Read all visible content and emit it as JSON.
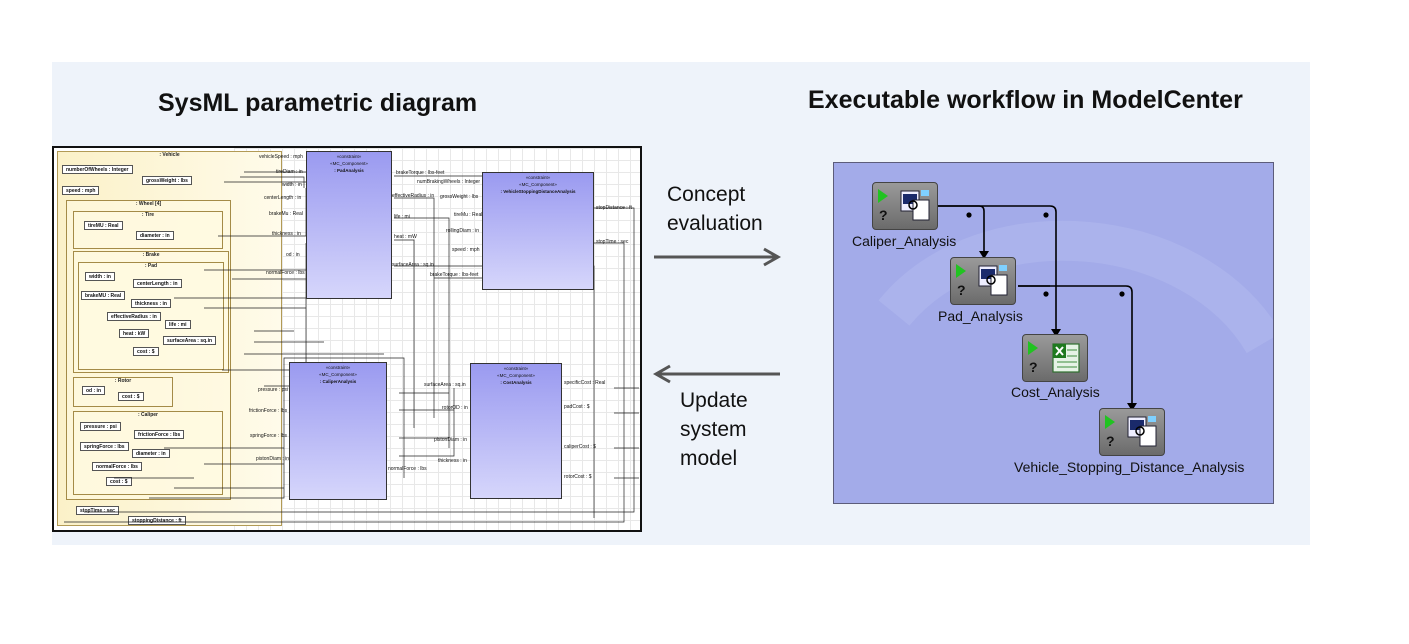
{
  "headings": {
    "left": "SysML parametric diagram",
    "right": "Executable workflow in ModelCenter"
  },
  "arrows": {
    "forward_lines": [
      "Concept",
      "evaluation"
    ],
    "back_lines": [
      "Update",
      "system",
      "model"
    ]
  },
  "parametric": {
    "vehicle_title": ": Vehicle",
    "vehicle_props": [
      "numberOfWheels : Integer",
      "grossWeight : lbs",
      "speed : mph"
    ],
    "wheel_title": ": Wheel [4]",
    "tire_title": ": Tire",
    "tire_props": [
      "tireMU : Real",
      "diameter : in"
    ],
    "brake_title": ": Brake",
    "pad_title": ": Pad",
    "pad_props": [
      "width : in",
      "centerLength : in",
      "brakeMU : Real",
      "thickness : in",
      "effectiveRadius : in",
      "life : mi",
      "heat : kW",
      "surfaceArea : sq.in",
      "cost : $"
    ],
    "rotor_title": ": Rotor",
    "rotor_props": [
      "od : in",
      "cost : $"
    ],
    "caliper_title": ": Caliper",
    "caliper_props": [
      "pressure : psi",
      "frictionForce : lbs",
      "springForce : lbs",
      "diameter : in",
      "normalForce : lbs",
      "cost : $"
    ],
    "bottom_props": [
      "stopTime : sec",
      "stoppingDistance : ft"
    ],
    "stereotype": "«constraint»",
    "stereotype2": "«MC_Component»",
    "pad_analysis": {
      "name": ": PadAnalysis",
      "inputs": [
        "vehicleSpeed : mph",
        "tireDiam : in",
        "width : in",
        "centerLength : in",
        "brakeMu : Real",
        "thickness : in",
        "od : in",
        "normalForce : lbs"
      ],
      "outputs": [
        "brakeTorque : lbs-feet",
        "effectiveRadius : in",
        "life : mi",
        "heat : mW",
        "surfaceArea : sq.in"
      ]
    },
    "vsd_analysis": {
      "name": ": VehicleStoppingDistanceAnalysis",
      "inputs": [
        "numBrakingWheels : Integer",
        "grossWeight : lbs",
        "tireMu : Real",
        "rollingDiam : in",
        "speed : mph",
        "brakeTorque : lbs-feet"
      ],
      "outputs": [
        "stopDistance : ft",
        "stopTime : sec"
      ]
    },
    "caliper_analysis": {
      "name": ": CaliperAnalysis",
      "inputs": [
        "pressure : psi",
        "frictionForce : lbs",
        "springForce : lbs",
        "pistonDiam : in"
      ],
      "outputs": [
        "normalForce : lbs"
      ]
    },
    "cost_analysis": {
      "name": ": CostAnalysis",
      "inputs": [
        "surfaceArea : sq.in",
        "rotorOD : in",
        "pistonDiam : in",
        "thickness : in"
      ],
      "outputs": [
        "specificCost : Real",
        "padCost : $",
        "caliperCost : $",
        "rotorCost : $"
      ]
    }
  },
  "workflow": {
    "nodes": [
      {
        "label": "Caliper_Analysis",
        "kind": "analysis"
      },
      {
        "label": "Pad_Analysis",
        "kind": "analysis"
      },
      {
        "label": "Cost_Analysis",
        "kind": "excel"
      },
      {
        "label": "Vehicle_Stopping_Distance_Analysis",
        "kind": "analysis"
      }
    ]
  },
  "colors": {
    "panel_bg": "#eef3fa",
    "mc_bg": "#a3abe9",
    "sysml_block": "#fbf1c8",
    "constraint_block": "#9a9af0",
    "arrow": "#555555"
  }
}
